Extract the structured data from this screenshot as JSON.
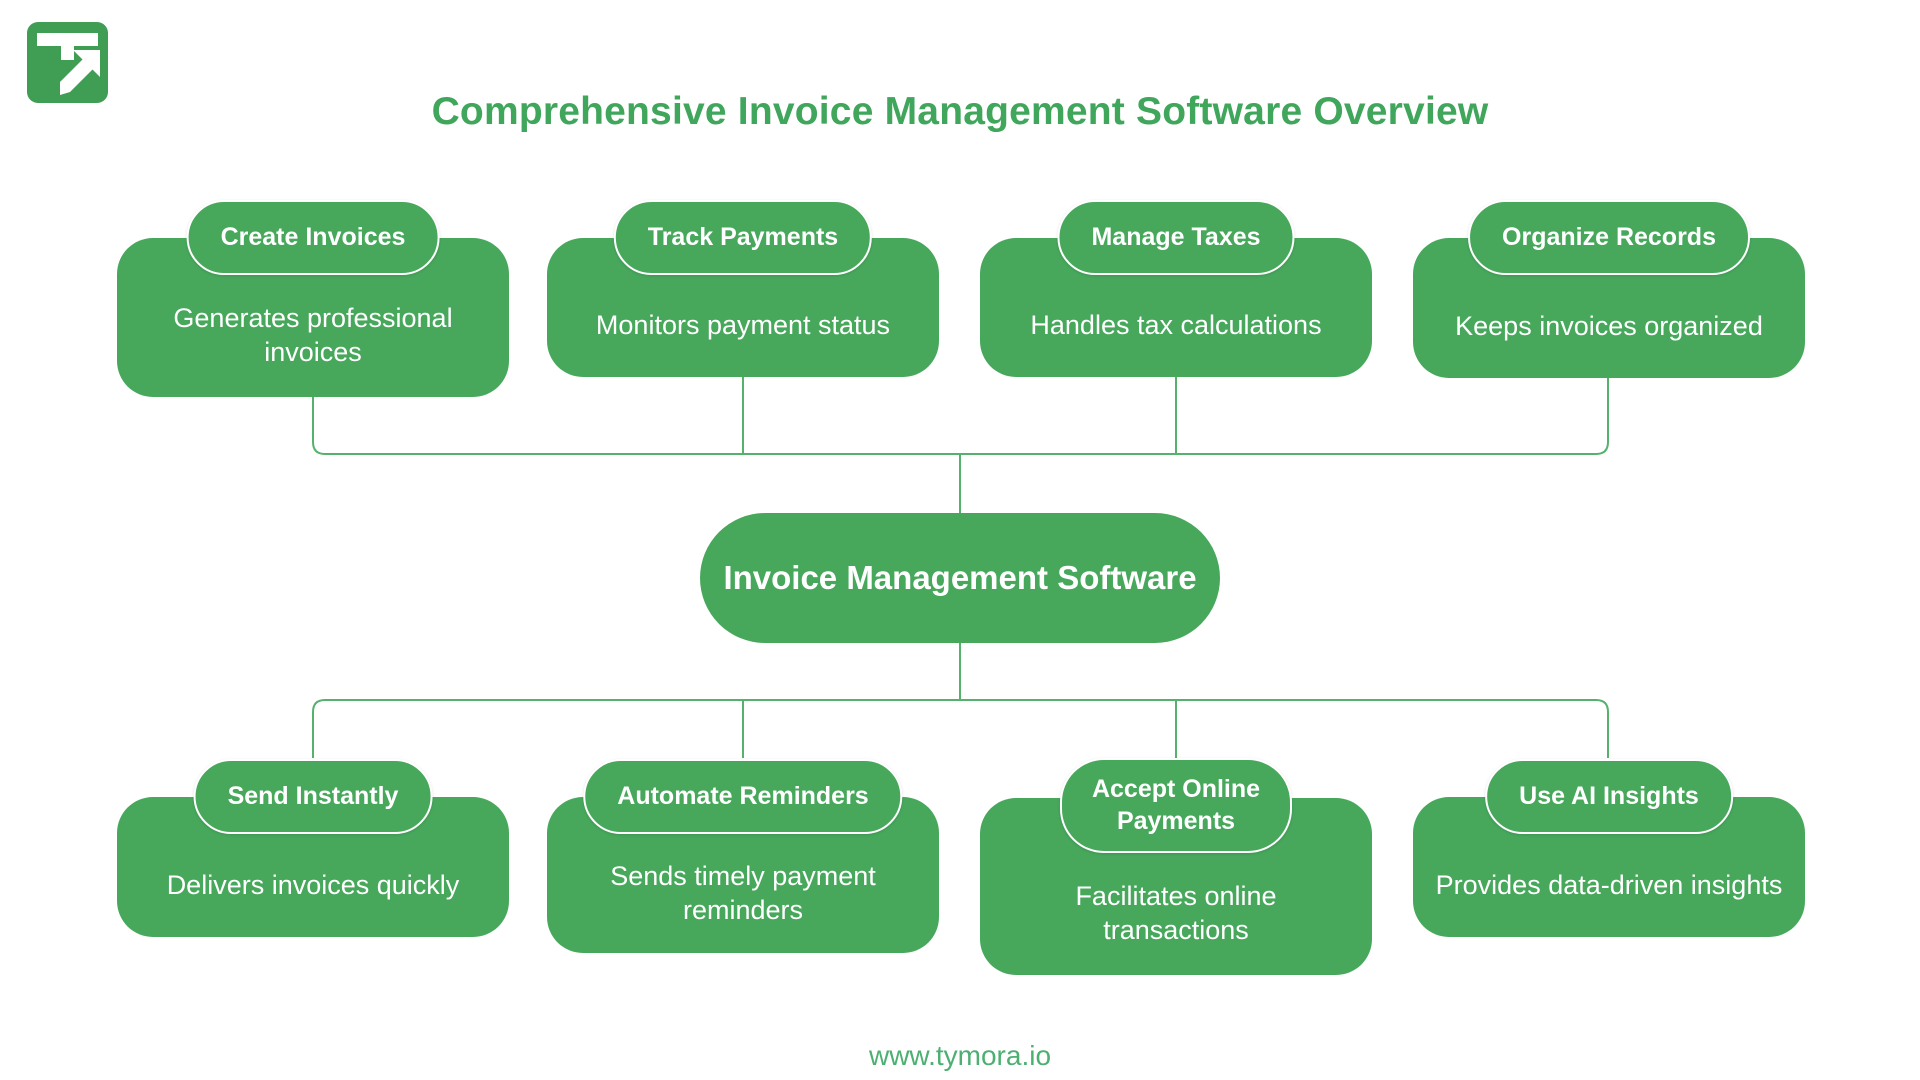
{
  "title": "Comprehensive Invoice Management Software Overview",
  "center_node": {
    "label": "Invoice Management Software"
  },
  "top_row": [
    {
      "label": "Create Invoices",
      "description": "Generates professional invoices"
    },
    {
      "label": "Track Payments",
      "description": "Monitors payment status"
    },
    {
      "label": "Manage Taxes",
      "description": "Handles tax calculations"
    },
    {
      "label": "Organize Records",
      "description": "Keeps invoices organized"
    }
  ],
  "bottom_row": [
    {
      "label": "Send Instantly",
      "description": "Delivers invoices quickly"
    },
    {
      "label": "Automate Reminders",
      "description": "Sends timely payment reminders"
    },
    {
      "label": "Accept Online Payments",
      "description": "Facilitates online transactions"
    },
    {
      "label": "Use AI Insights",
      "description": "Provides data-driven insights"
    }
  ],
  "footer": {
    "url": "www.tymora.io"
  },
  "icons": {
    "logo": "t-arrow-logo"
  },
  "colors": {
    "node_fill": "#47a85c",
    "logo_fill": "#3f9e53",
    "title_text": "#3fa65b",
    "connector_line": "#55b26c",
    "footer_text": "#4db072",
    "node_text": "#ffffff"
  }
}
